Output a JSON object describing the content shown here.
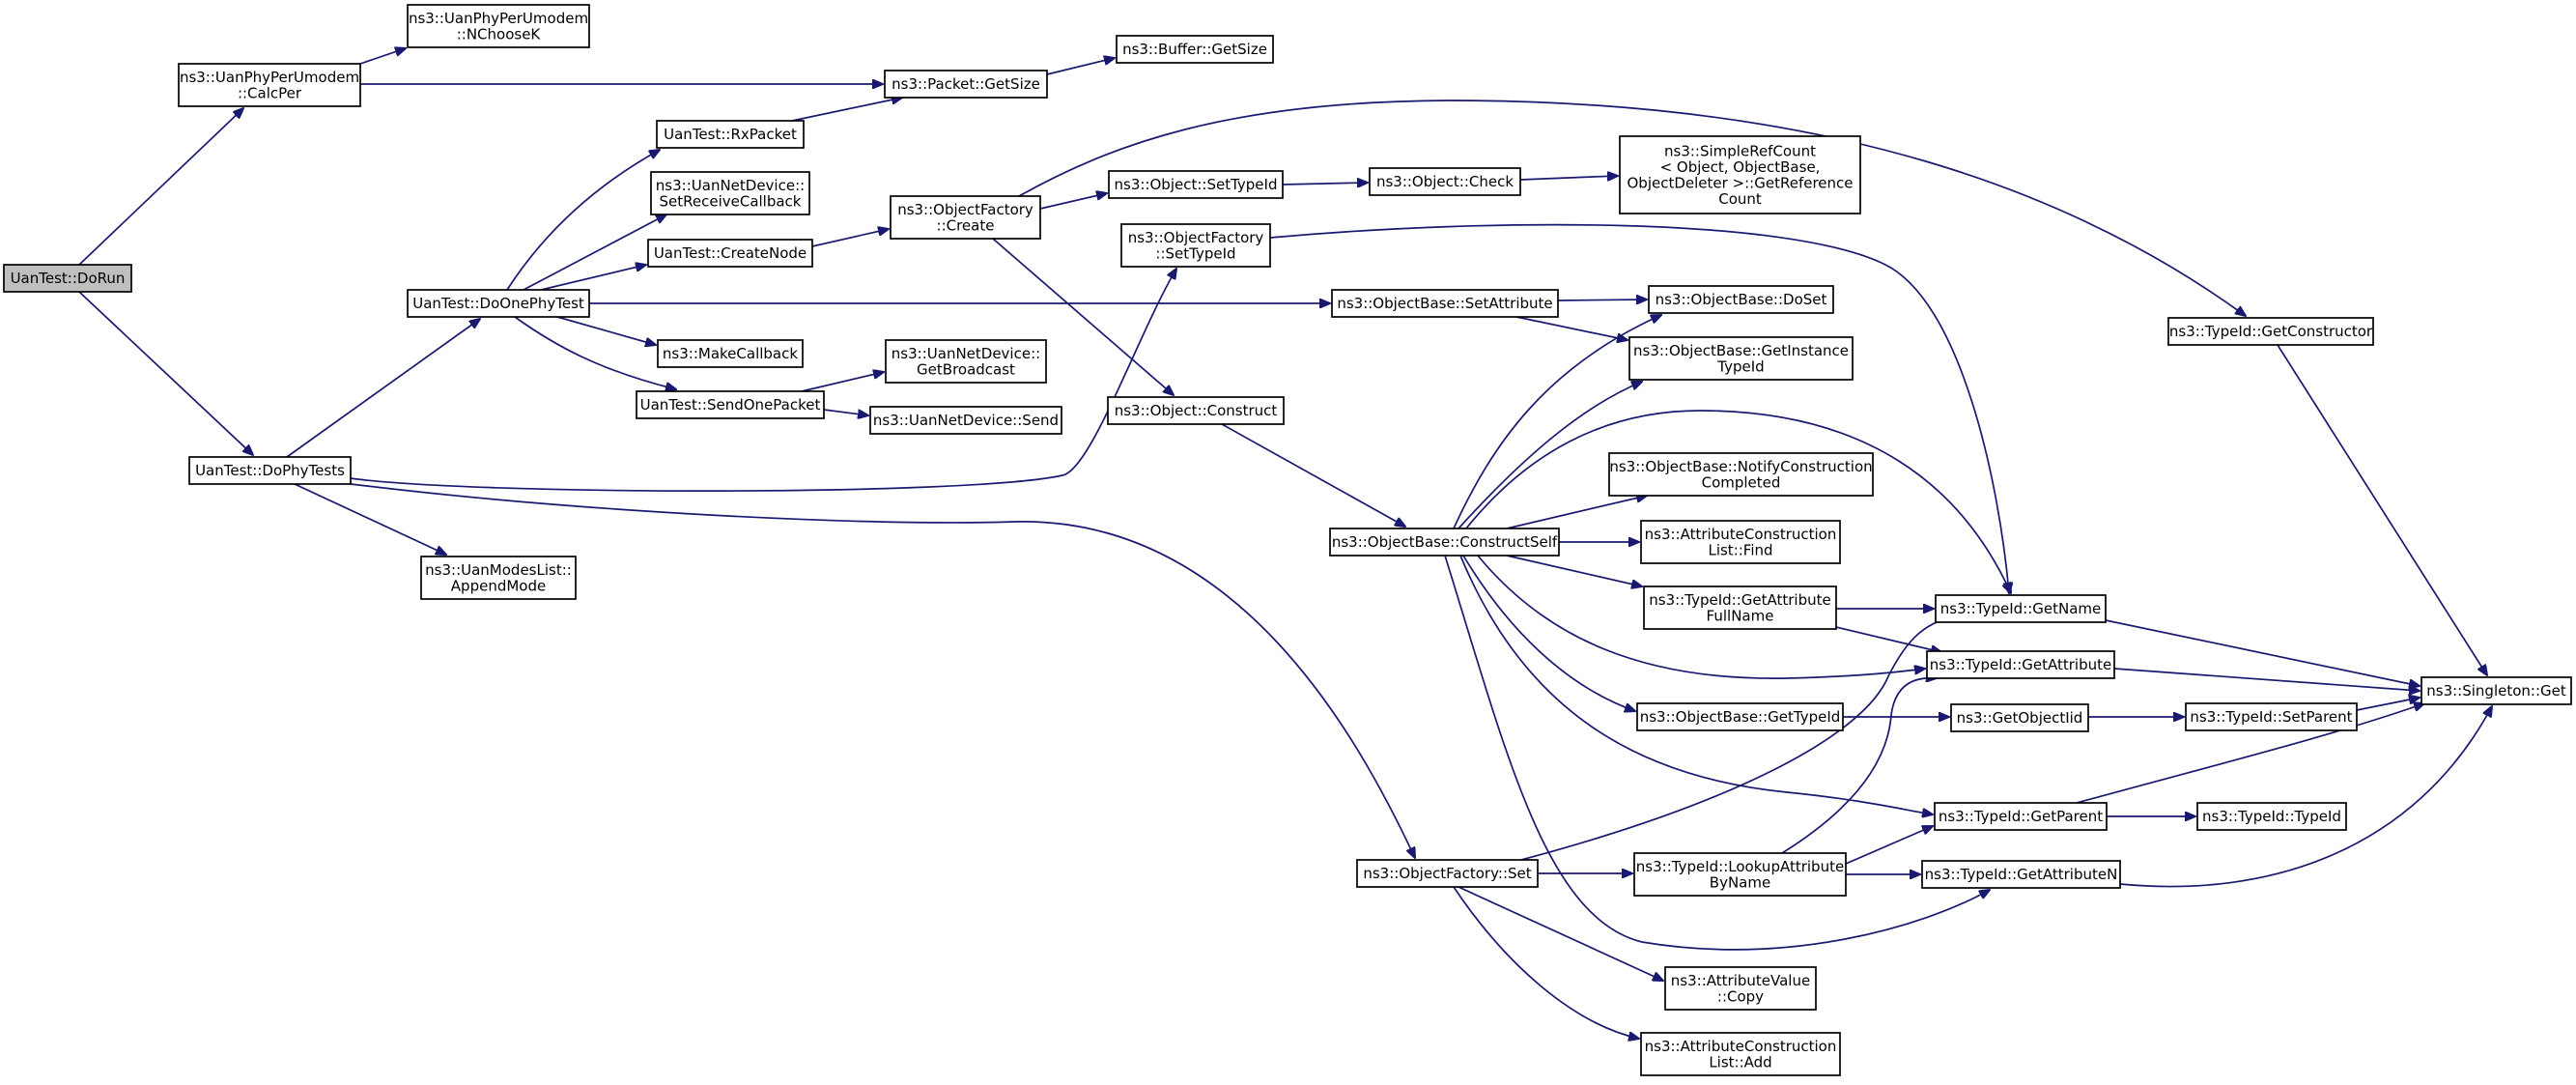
{
  "colors": {
    "edge": "#191970",
    "node_border": "#000000",
    "node_fill": "#ffffff",
    "root_fill": "#bfbfbf"
  },
  "nodes": [
    {
      "id": "dorun",
      "lines": [
        "UanTest::DoRun"
      ],
      "root": true
    },
    {
      "id": "calcper",
      "lines": [
        "ns3::UanPhyPerUmodem",
        "::CalcPer"
      ]
    },
    {
      "id": "nchoosek",
      "lines": [
        "ns3::UanPhyPerUmodem",
        "::NChooseK"
      ]
    },
    {
      "id": "dophytests",
      "lines": [
        "UanTest::DoPhyTests"
      ]
    },
    {
      "id": "doonephytest",
      "lines": [
        "UanTest::DoOnePhyTest"
      ]
    },
    {
      "id": "appendmode",
      "lines": [
        "ns3::UanModesList::",
        "AppendMode"
      ]
    },
    {
      "id": "rxpacket",
      "lines": [
        "UanTest::RxPacket"
      ]
    },
    {
      "id": "setreceivecallback",
      "lines": [
        "ns3::UanNetDevice::",
        "SetReceiveCallback"
      ]
    },
    {
      "id": "createnode",
      "lines": [
        "UanTest::CreateNode"
      ]
    },
    {
      "id": "makecallback",
      "lines": [
        "ns3::MakeCallback"
      ]
    },
    {
      "id": "sendonepacket",
      "lines": [
        "UanTest::SendOnePacket"
      ]
    },
    {
      "id": "packetgetsize",
      "lines": [
        "ns3::Packet::GetSize"
      ]
    },
    {
      "id": "buffergetsize",
      "lines": [
        "ns3::Buffer::GetSize"
      ]
    },
    {
      "id": "ofcreate",
      "lines": [
        "ns3::ObjectFactory",
        "::Create"
      ]
    },
    {
      "id": "getbroadcast",
      "lines": [
        "ns3::UanNetDevice::",
        "GetBroadcast"
      ]
    },
    {
      "id": "netdevsend",
      "lines": [
        "ns3::UanNetDevice::Send"
      ]
    },
    {
      "id": "objsettypeid",
      "lines": [
        "ns3::Object::SetTypeId"
      ]
    },
    {
      "id": "ofsettypeid",
      "lines": [
        "ns3::ObjectFactory",
        "::SetTypeId"
      ]
    },
    {
      "id": "objconstruct",
      "lines": [
        "ns3::Object::Construct"
      ]
    },
    {
      "id": "objcheck",
      "lines": [
        "ns3::Object::Check"
      ]
    },
    {
      "id": "simplerefcount",
      "lines": [
        "ns3::SimpleRefCount",
        "< Object, ObjectBase,",
        "ObjectDeleter >::GetReference",
        "Count"
      ]
    },
    {
      "id": "obsetattribute",
      "lines": [
        "ns3::ObjectBase::SetAttribute"
      ]
    },
    {
      "id": "obconstructself",
      "lines": [
        "ns3::ObjectBase::ConstructSelf"
      ]
    },
    {
      "id": "ofset",
      "lines": [
        "ns3::ObjectFactory::Set"
      ]
    },
    {
      "id": "obdoset",
      "lines": [
        "ns3::ObjectBase::DoSet"
      ]
    },
    {
      "id": "obgetinstancetypeid",
      "lines": [
        "ns3::ObjectBase::GetInstance",
        "TypeId"
      ]
    },
    {
      "id": "obnotify",
      "lines": [
        "ns3::ObjectBase::NotifyConstruction",
        "Completed"
      ]
    },
    {
      "id": "aclfind",
      "lines": [
        "ns3::AttributeConstruction",
        "List::Find"
      ]
    },
    {
      "id": "tidgetattrfullname",
      "lines": [
        "ns3::TypeId::GetAttribute",
        "FullName"
      ]
    },
    {
      "id": "obgettypeid",
      "lines": [
        "ns3::ObjectBase::GetTypeId"
      ]
    },
    {
      "id": "tidlookupattr",
      "lines": [
        "ns3::TypeId::LookupAttribute",
        "ByName"
      ]
    },
    {
      "id": "avcopy",
      "lines": [
        "ns3::AttributeValue",
        "::Copy"
      ]
    },
    {
      "id": "acladd",
      "lines": [
        "ns3::AttributeConstruction",
        "List::Add"
      ]
    },
    {
      "id": "tidgetname",
      "lines": [
        "ns3::TypeId::GetName"
      ]
    },
    {
      "id": "tidgetattribute",
      "lines": [
        "ns3::TypeId::GetAttribute"
      ]
    },
    {
      "id": "getobjectiid",
      "lines": [
        "ns3::GetObjectIid"
      ]
    },
    {
      "id": "tidgetparent",
      "lines": [
        "ns3::TypeId::GetParent"
      ]
    },
    {
      "id": "tidgetattributen",
      "lines": [
        "ns3::TypeId::GetAttributeN"
      ]
    },
    {
      "id": "tidgetconstructor",
      "lines": [
        "ns3::TypeId::GetConstructor"
      ]
    },
    {
      "id": "tidsetparent",
      "lines": [
        "ns3::TypeId::SetParent"
      ]
    },
    {
      "id": "tidtypeid",
      "lines": [
        "ns3::TypeId::TypeId"
      ]
    },
    {
      "id": "singletonget",
      "lines": [
        "ns3::Singleton::Get"
      ]
    }
  ]
}
